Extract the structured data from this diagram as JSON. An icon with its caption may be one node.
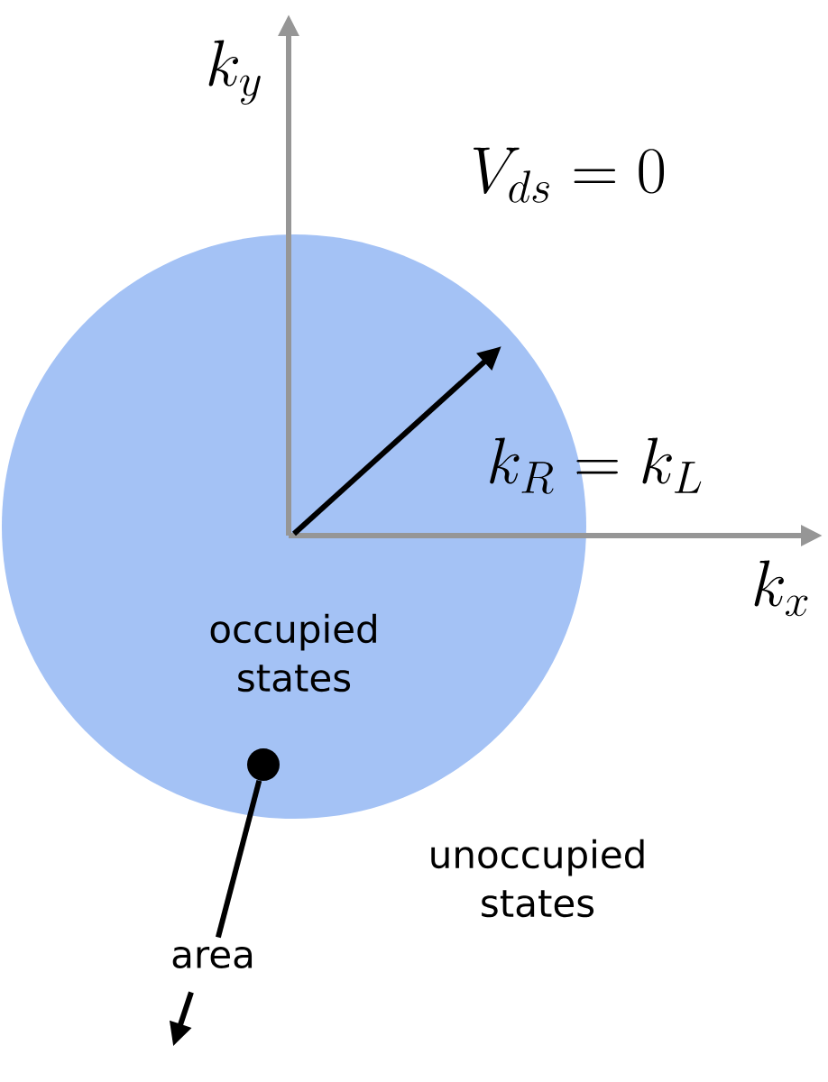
{
  "diagram": {
    "nodes": [
      {
        "text": [
          "occupied states"
        ]
      },
      {
        "text": [],
        "shape": "circle",
        "in": 0
      },
      {
        "text": [
          "area"
        ]
      }
    ],
    "edges": [
      {
        "from": 2,
        "to": 1,
        "arrow": "none"
      },
      {
        "from": 2,
        "to": null,
        "arrow": "to"
      }
    ],
    "labels": [
      "k_y",
      "V_{ds} = 0",
      "k_R = k_L",
      "k_x",
      "unoccupied states"
    ]
  }
}
